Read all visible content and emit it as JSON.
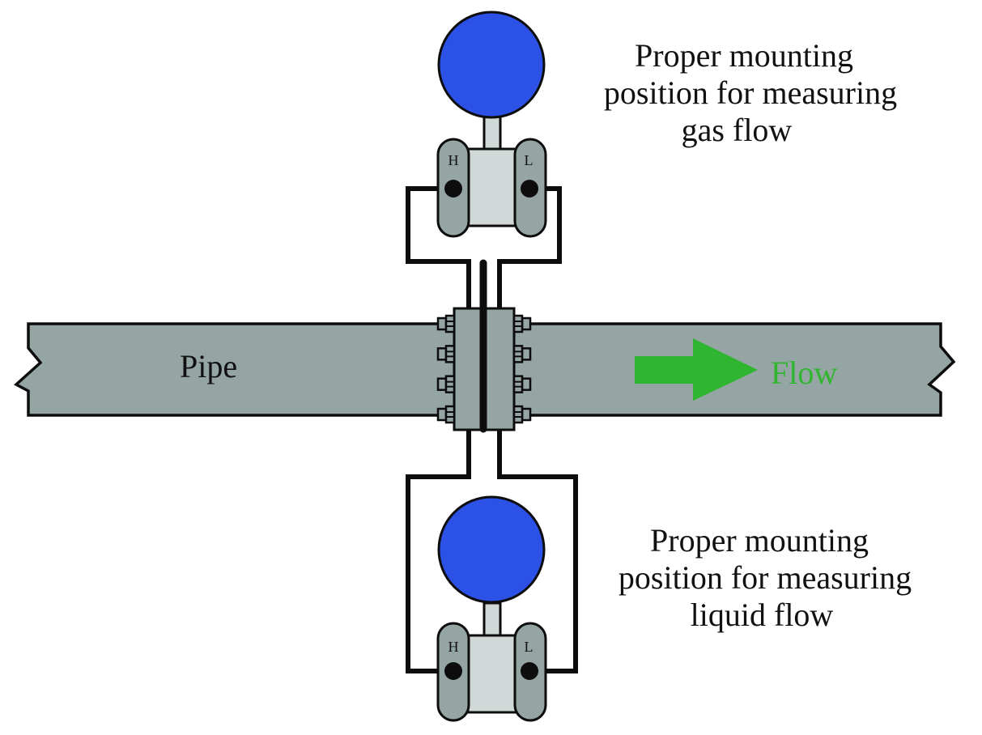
{
  "diagram": {
    "type": "flow-measurement-mounting",
    "pipe_label": "Pipe",
    "flow_label": "Flow",
    "colors": {
      "pipe": "#95a5a3",
      "outline": "#0d0d0d",
      "transmitter_head": "#2b51e6",
      "capsule": "#95a5a3",
      "body": "#d0d9d8",
      "flow_arrow": "#2fb52f",
      "background": "#ffffff"
    },
    "gas_transmitter": {
      "position": "above pipe",
      "high_port_label": "H",
      "low_port_label": "L",
      "caption": [
        "Proper mounting",
        "position for measuring",
        "gas flow"
      ]
    },
    "liquid_transmitter": {
      "position": "below pipe",
      "high_port_label": "H",
      "low_port_label": "L",
      "caption": [
        "Proper mounting",
        "position for measuring",
        "liquid flow"
      ]
    },
    "flange": {
      "bolts_per_side": 4,
      "element": "orifice plate"
    }
  }
}
